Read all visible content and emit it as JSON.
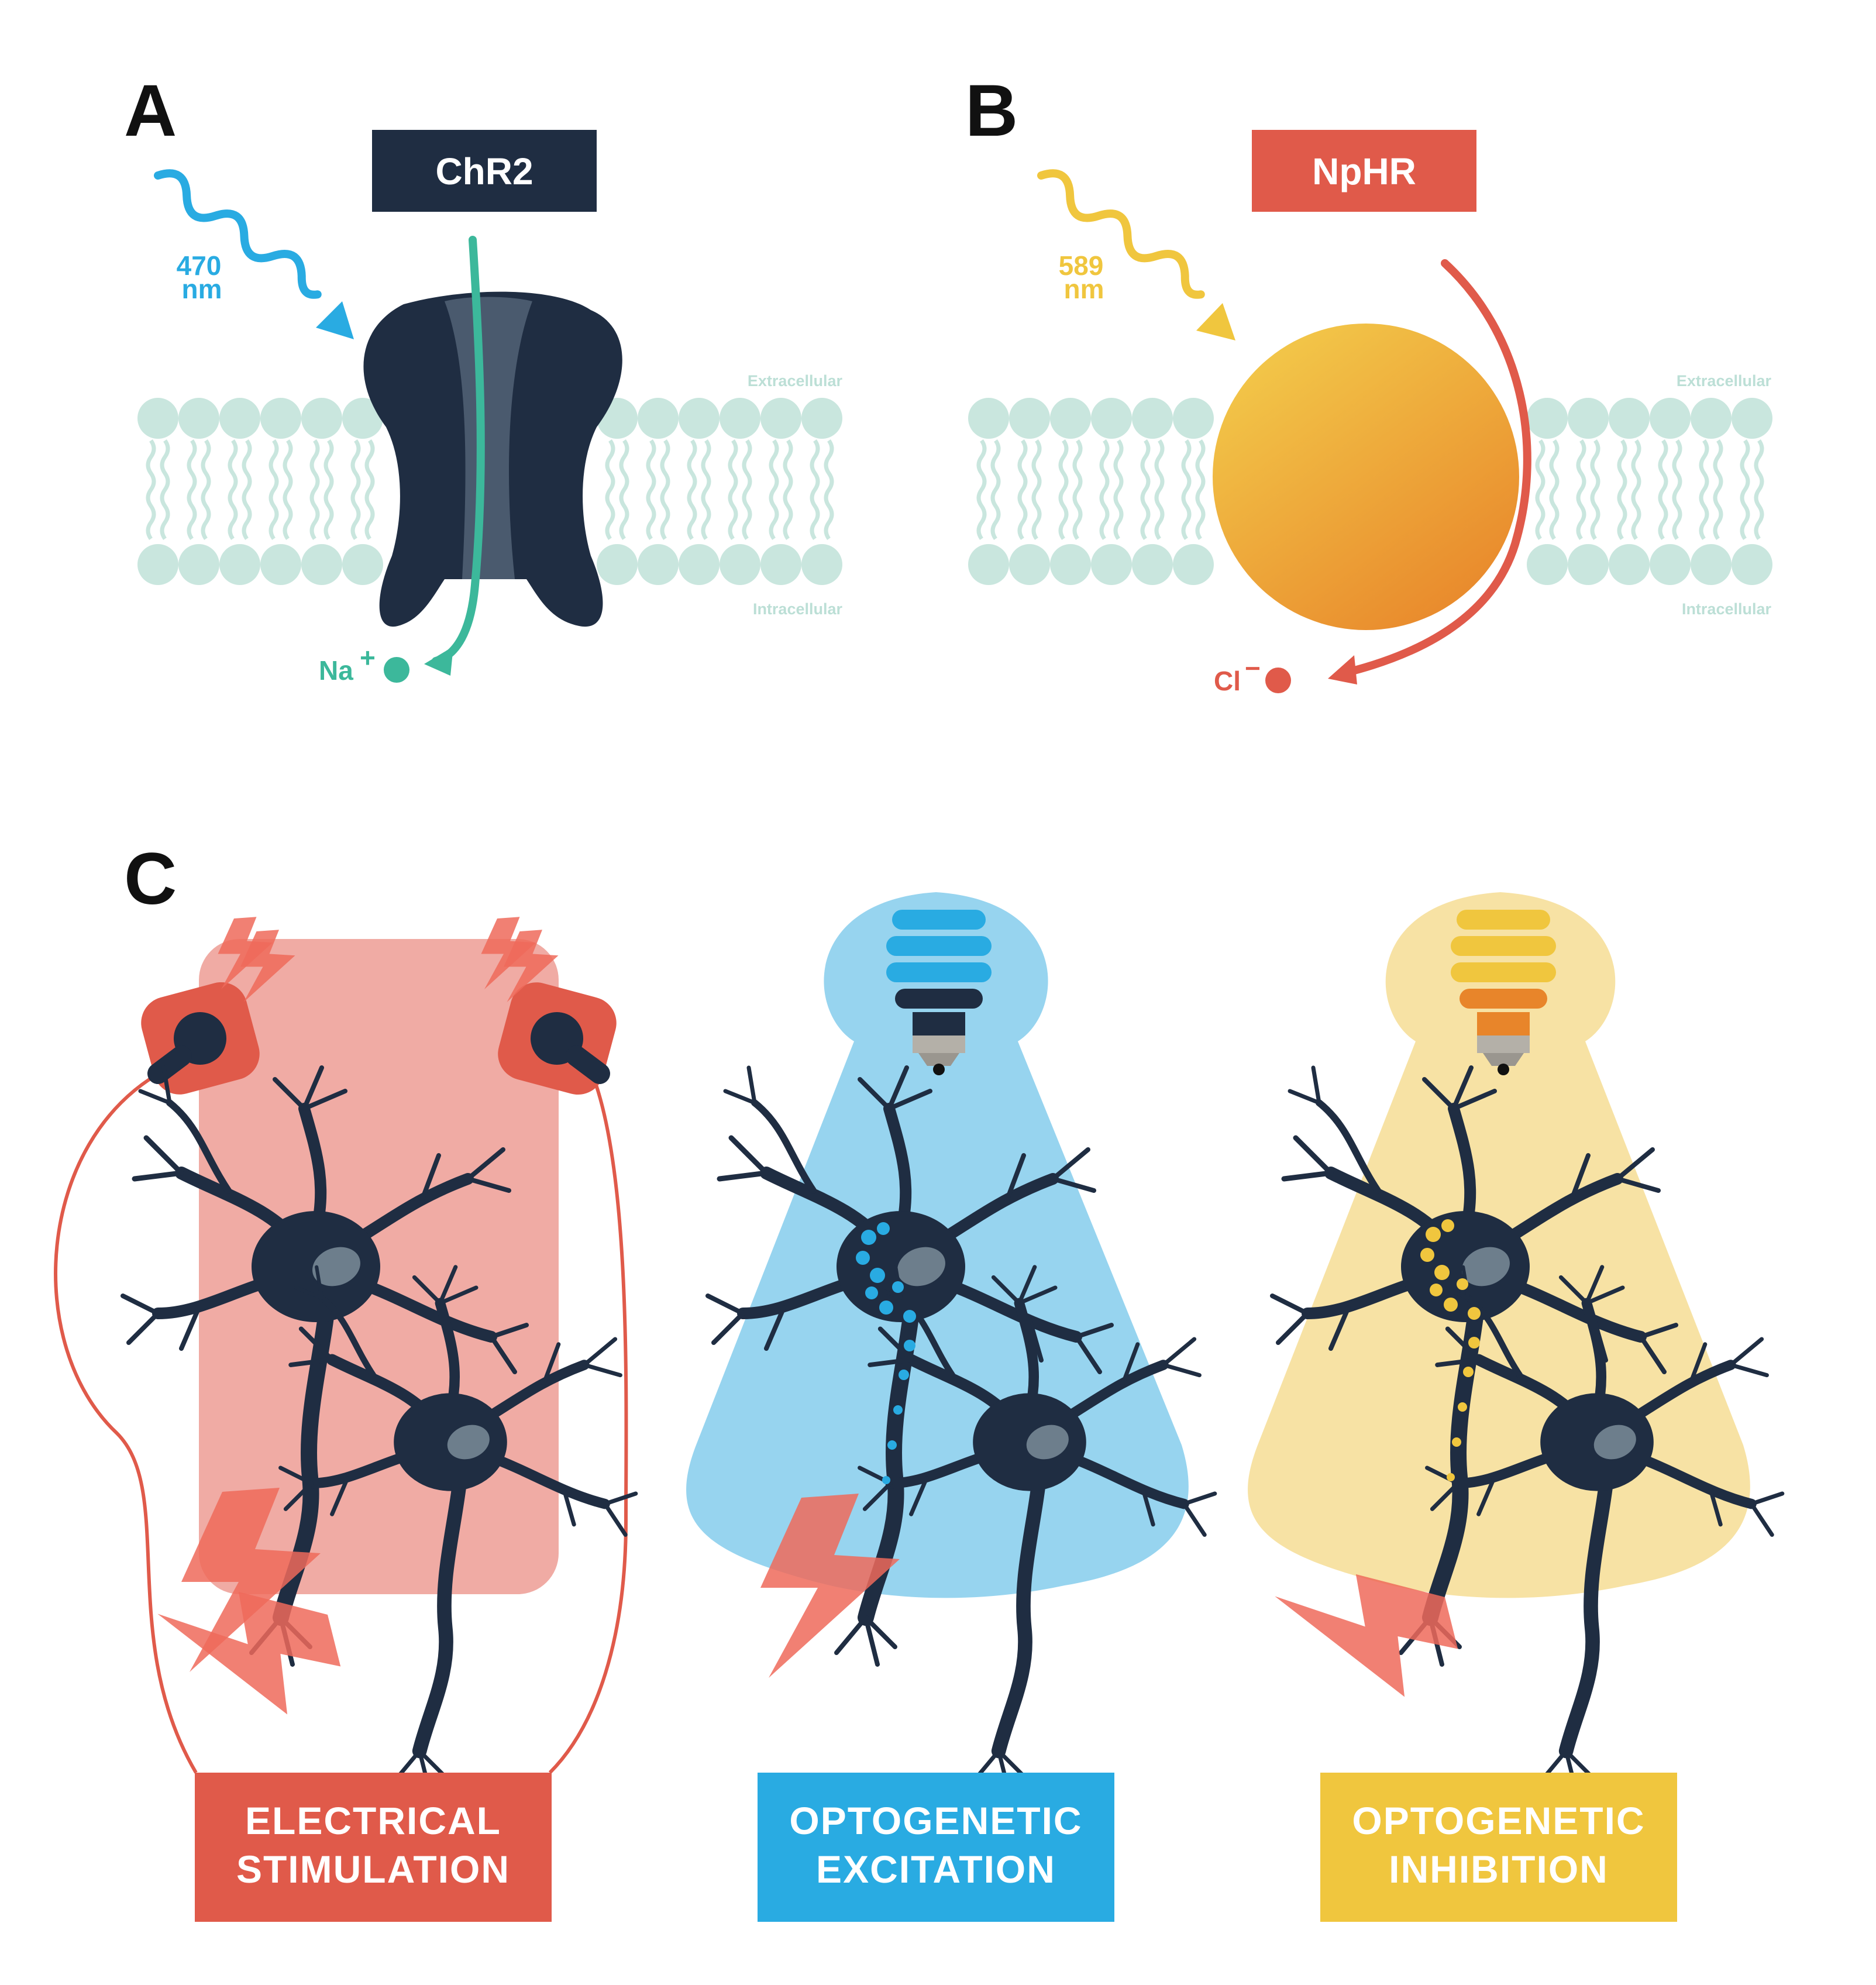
{
  "panels": {
    "a": {
      "letter": "A",
      "protein": "ChR2",
      "wavelength_value": "470",
      "wavelength_unit": "nm",
      "extracellular": "Extracellular",
      "intracellular": "Intracellular",
      "ion_symbol": "Na",
      "ion_charge": "+"
    },
    "b": {
      "letter": "B",
      "protein": "NpHR",
      "wavelength_value": "589",
      "wavelength_unit": "nm",
      "extracellular": "Extracellular",
      "intracellular": "Intracellular",
      "ion_symbol": "Cl",
      "ion_charge": "−"
    },
    "c": {
      "letter": "C",
      "columns": [
        {
          "line1": "ELECTRICAL",
          "line2": "STIMULATION"
        },
        {
          "line1": "OPTOGENETIC",
          "line2": "EXCITATION"
        },
        {
          "line1": "OPTOGENETIC",
          "line2": "INHIBITION"
        }
      ]
    }
  },
  "colors": {
    "navy": "#1f2d42",
    "channel_inner": "#4a5a6e",
    "blue_light": "#29abe2",
    "yellow_light": "#f0c63e",
    "red": "#e05a4a",
    "teal": "#3cb89b",
    "membrane": "#c9e6de",
    "electrical_bg": "#f0aba4",
    "excitation_bg": "#97d4ef",
    "inhibition_bg": "#f7e2a4"
  }
}
